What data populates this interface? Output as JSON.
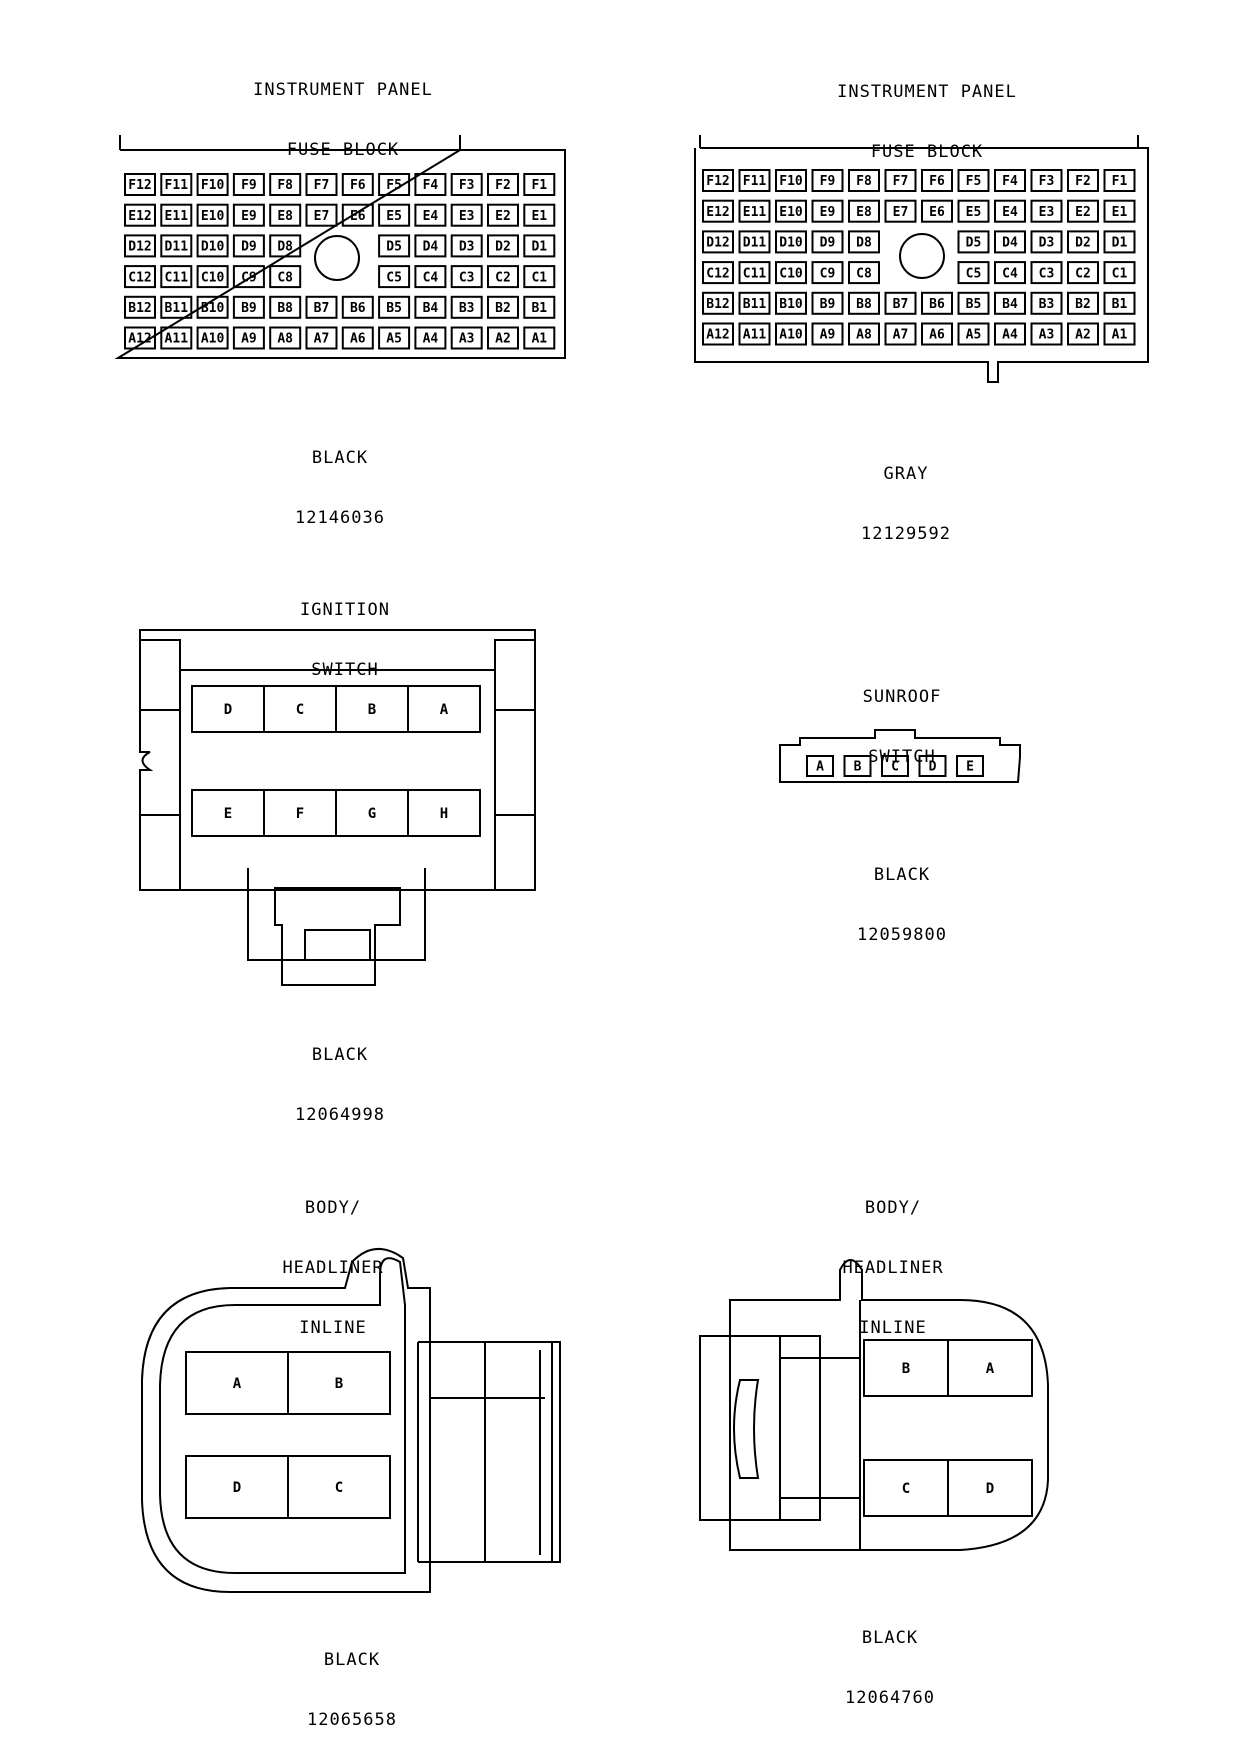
{
  "connectors": {
    "ipfb_black": {
      "title": [
        "INSTRUMENT PANEL",
        "FUSE BLOCK"
      ],
      "color": "BLACK",
      "part": "12146036",
      "rows": [
        [
          "F12",
          "F11",
          "F10",
          "F9",
          "F8",
          "F7",
          "F6",
          "F5",
          "F4",
          "F3",
          "F2",
          "F1"
        ],
        [
          "E12",
          "E11",
          "E10",
          "E9",
          "E8",
          "E7",
          "E6",
          "E5",
          "E4",
          "E3",
          "E2",
          "E1"
        ],
        [
          "D12",
          "D11",
          "D10",
          "D9",
          "D8",
          "",
          "",
          "D5",
          "D4",
          "D3",
          "D2",
          "D1"
        ],
        [
          "C12",
          "C11",
          "C10",
          "C9",
          "C8",
          "",
          "",
          "C5",
          "C4",
          "C3",
          "C2",
          "C1"
        ],
        [
          "B12",
          "B11",
          "B10",
          "B9",
          "B8",
          "B7",
          "B6",
          "B5",
          "B4",
          "B3",
          "B2",
          "B1"
        ],
        [
          "A12",
          "A11",
          "A10",
          "A9",
          "A8",
          "A7",
          "A6",
          "A5",
          "A4",
          "A3",
          "A2",
          "A1"
        ]
      ]
    },
    "ipfb_gray": {
      "title": [
        "INSTRUMENT PANEL",
        "FUSE BLOCK"
      ],
      "color": "GRAY",
      "part": "12129592",
      "rows": [
        [
          "F12",
          "F11",
          "F10",
          "F9",
          "F8",
          "F7",
          "F6",
          "F5",
          "F4",
          "F3",
          "F2",
          "F1"
        ],
        [
          "E12",
          "E11",
          "E10",
          "E9",
          "E8",
          "E7",
          "E6",
          "E5",
          "E4",
          "E3",
          "E2",
          "E1"
        ],
        [
          "D12",
          "D11",
          "D10",
          "D9",
          "D8",
          "",
          "",
          "D5",
          "D4",
          "D3",
          "D2",
          "D1"
        ],
        [
          "C12",
          "C11",
          "C10",
          "C9",
          "C8",
          "",
          "",
          "C5",
          "C4",
          "C3",
          "C2",
          "C1"
        ],
        [
          "B12",
          "B11",
          "B10",
          "B9",
          "B8",
          "B7",
          "B6",
          "B5",
          "B4",
          "B3",
          "B2",
          "B1"
        ],
        [
          "A12",
          "A11",
          "A10",
          "A9",
          "A8",
          "A7",
          "A6",
          "A5",
          "A4",
          "A3",
          "A2",
          "A1"
        ]
      ]
    },
    "ignition": {
      "title": [
        "IGNITION",
        "SWITCH"
      ],
      "color": "BLACK",
      "part": "12064998",
      "top_row": [
        "D",
        "C",
        "B",
        "A"
      ],
      "bottom_row": [
        "E",
        "F",
        "G",
        "H"
      ]
    },
    "sunroof": {
      "title": [
        "SUNROOF",
        "SWITCH"
      ],
      "color": "BLACK",
      "part": "12059800",
      "pins": [
        "A",
        "B",
        "C",
        "D",
        "E"
      ]
    },
    "body_left": {
      "title": [
        "BODY/",
        "HEADLINER",
        "INLINE"
      ],
      "color": "BLACK",
      "part": "12065658",
      "top_row": [
        "A",
        "B"
      ],
      "bottom_row": [
        "D",
        "C"
      ]
    },
    "body_right": {
      "title": [
        "BODY/",
        "HEADLINER",
        "INLINE"
      ],
      "color": "BLACK",
      "part": "12064760",
      "top_row": [
        "B",
        "A"
      ],
      "bottom_row": [
        "C",
        "D"
      ]
    }
  }
}
